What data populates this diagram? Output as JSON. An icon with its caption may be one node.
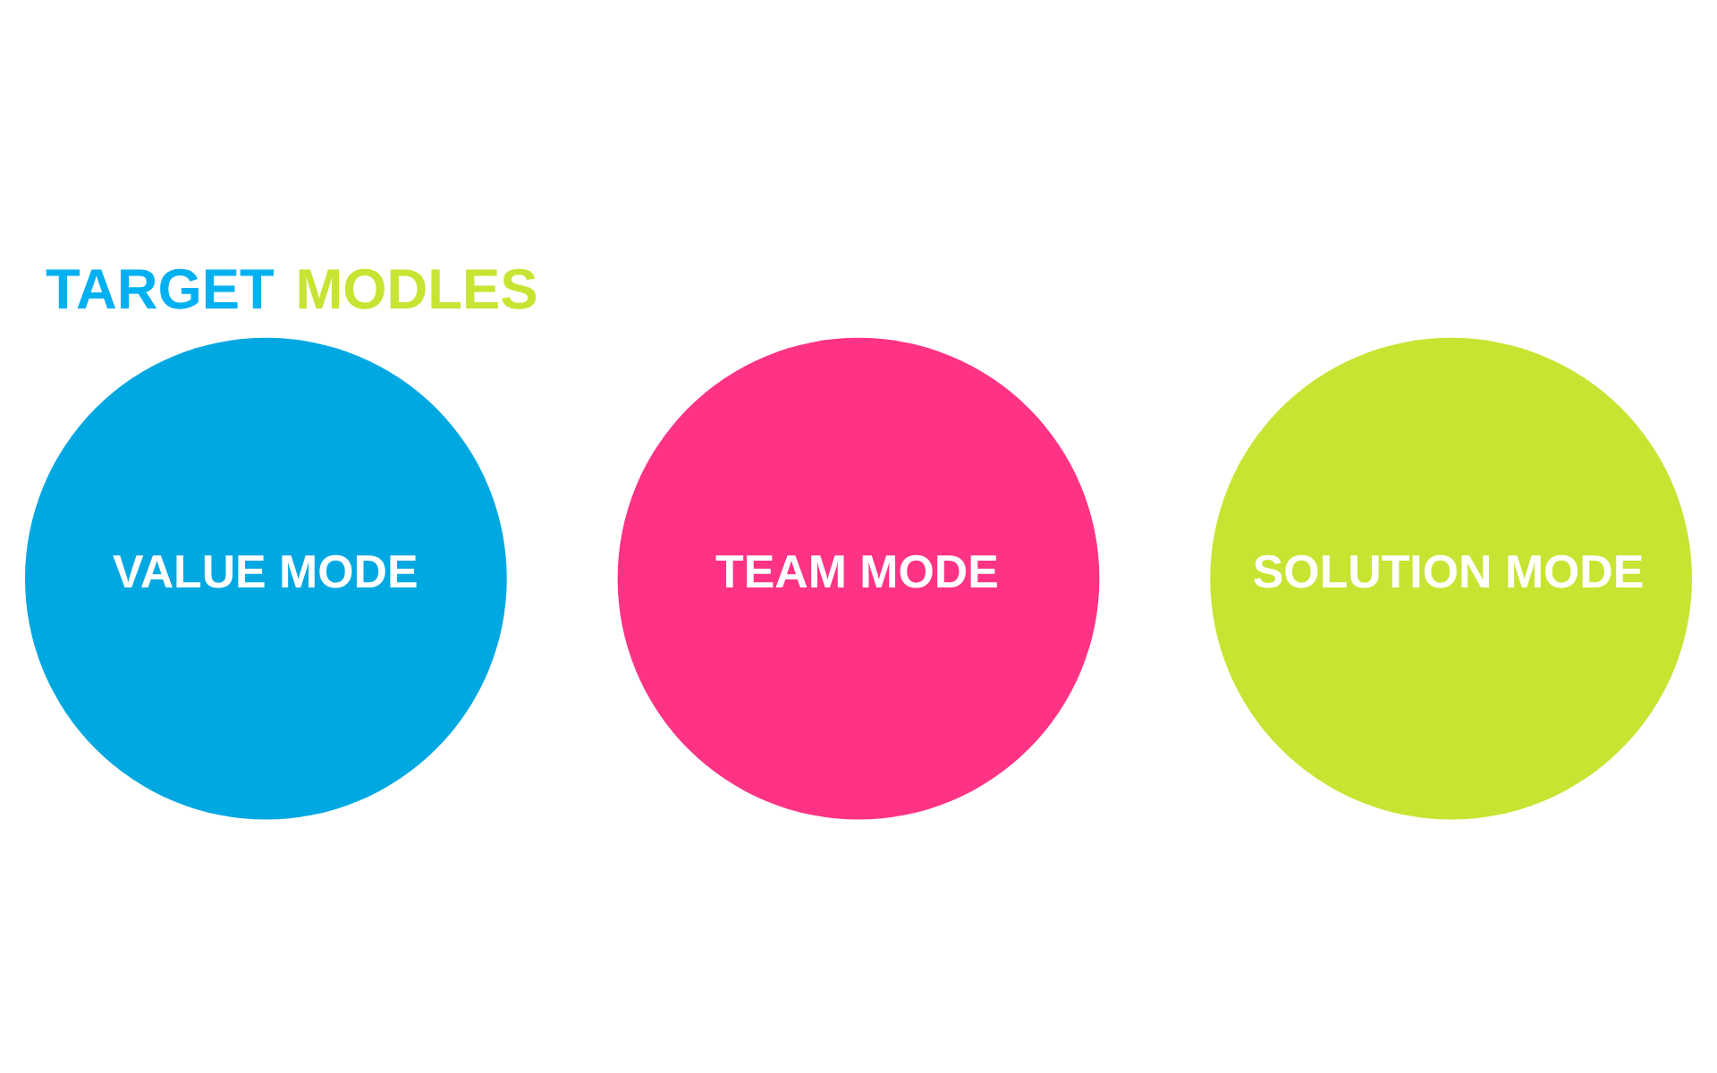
{
  "diagram": {
    "title": "TARGET MODLES",
    "nodes": [
      {
        "text": [
          "VALUE MODE"
        ]
      },
      {
        "text": [
          "TEAM MODE"
        ]
      },
      {
        "text": [
          "SOLUTION MODE"
        ]
      }
    ]
  }
}
